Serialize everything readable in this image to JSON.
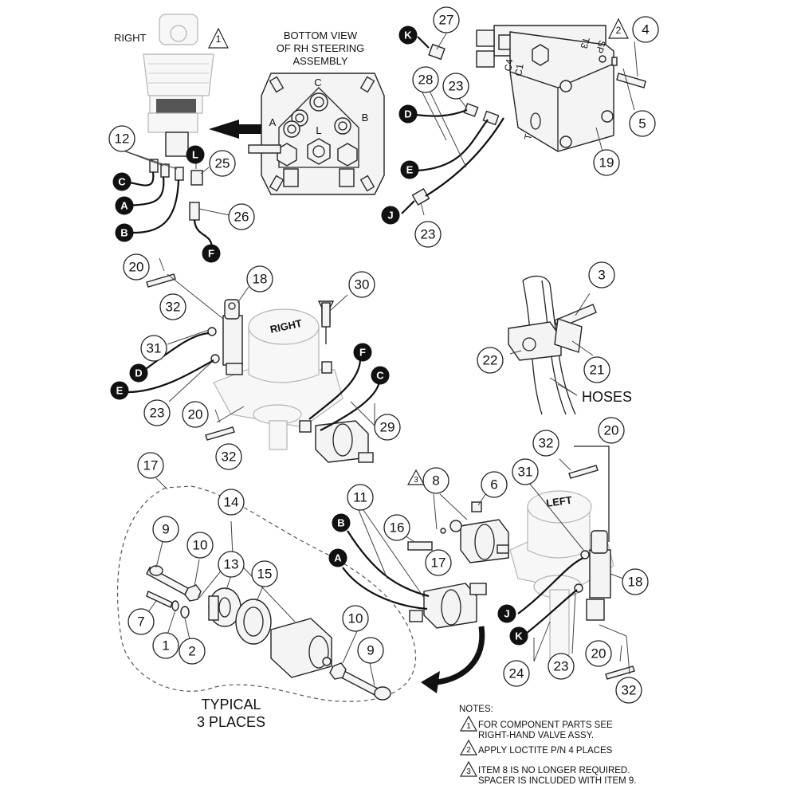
{
  "labels": {
    "right_top": "RIGHT",
    "bottom_view": [
      "BOTTOM VIEW",
      "OF RH STEERING",
      "ASSEMBLY"
    ],
    "port_a": "A",
    "port_b": "B",
    "port_c": "C",
    "port_l": "L",
    "hoses": "HOSES",
    "typical": [
      "TYPICAL",
      "3 PLACES"
    ],
    "right_motor": "RIGHT",
    "left_motor": "LEFT",
    "valve_marks": [
      "SP",
      "T3",
      "C4",
      "C1",
      "T"
    ]
  },
  "notes": {
    "heading": "NOTES:",
    "n1": [
      "FOR COMPONENT PARTS SEE",
      "RIGHT-HAND VALVE ASSY."
    ],
    "n2": "APPLY LOCTITE P/N 4 PLACES",
    "n3": [
      "ITEM 8 IS NO LONGER REQUIRED.",
      "SPACER IS INCLUDED WITH ITEM 9."
    ],
    "marker_1": "1",
    "marker_2": "2",
    "marker_3": "3"
  },
  "callouts": {
    "c27": "27",
    "c4": "4",
    "c28": "28",
    "c23a": "23",
    "c5": "5",
    "c19": "19",
    "c23b": "23",
    "c12": "12",
    "c25": "25",
    "c26": "26",
    "c20a": "20",
    "c32a": "32",
    "c18a": "18",
    "c30": "30",
    "c31a": "31",
    "c23c": "23",
    "c20b": "20",
    "c32b": "32",
    "c29": "29",
    "c3": "3",
    "c22": "22",
    "c21": "21",
    "c32c": "32",
    "c20c": "20",
    "c31b": "31",
    "c18b": "18",
    "c23d": "23",
    "c24": "24",
    "c20d": "20",
    "c32d": "32",
    "c17a": "17",
    "c14": "14",
    "c9a": "9",
    "c10a": "10",
    "c13": "13",
    "c15": "15",
    "c7": "7",
    "c1": "1",
    "c2": "2",
    "c10b": "10",
    "c9b": "9",
    "c11": "11",
    "c8": "8",
    "c6": "6",
    "c16": "16",
    "c17b": "17"
  },
  "ports": {
    "K1": "K",
    "D1": "D",
    "E1": "E",
    "J1": "J",
    "L1": "L",
    "C1": "C",
    "A1": "A",
    "B1": "B",
    "F1": "F",
    "D2": "D",
    "E2": "E",
    "F2": "F",
    "C2": "C",
    "B2": "B",
    "A2": "A",
    "J2": "J",
    "K2": "K"
  }
}
